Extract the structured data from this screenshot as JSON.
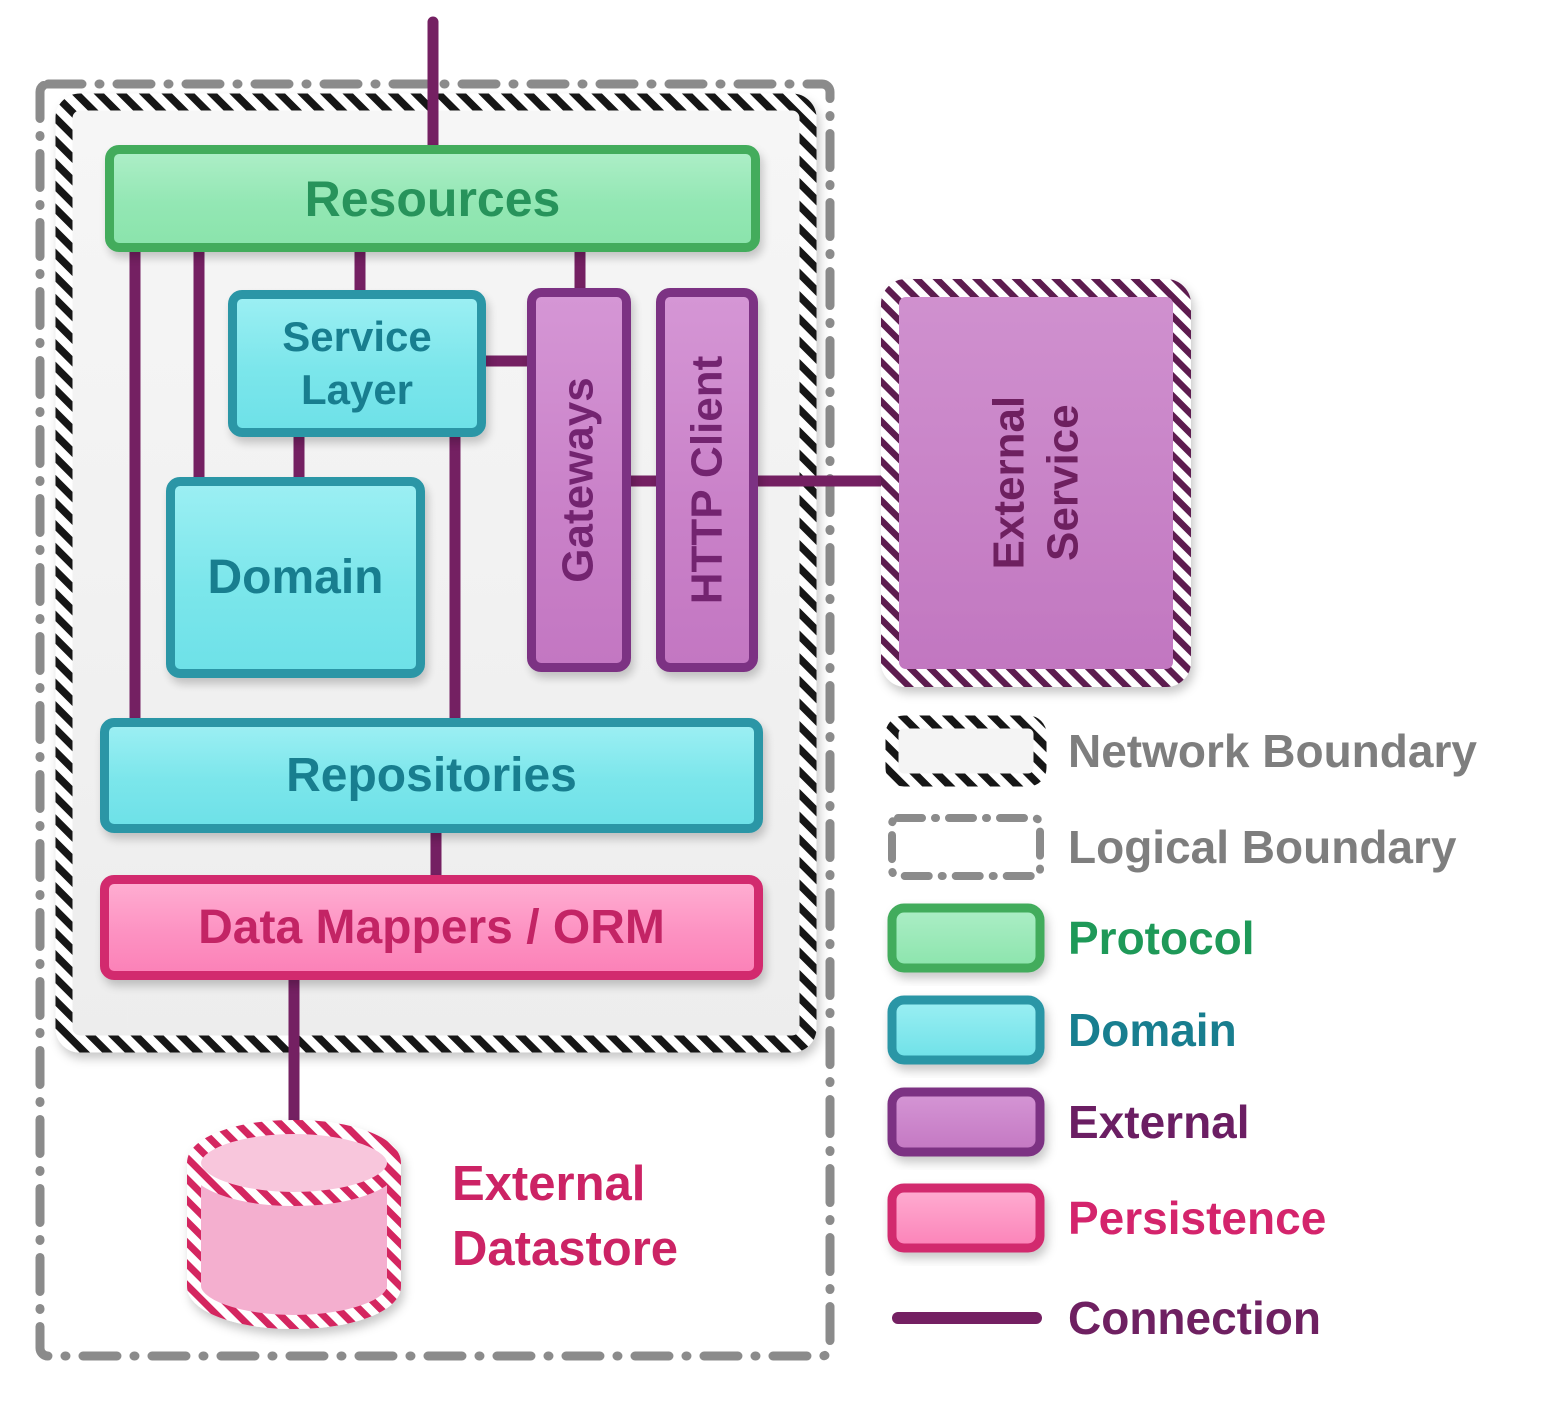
{
  "diagram": {
    "nodes": {
      "resources": {
        "label": "Resources",
        "category": "protocol"
      },
      "service_layer": {
        "label": "Service Layer",
        "category": "domain"
      },
      "domain": {
        "label": "Domain",
        "category": "domain"
      },
      "gateways": {
        "label": "Gateways",
        "category": "external"
      },
      "http_client": {
        "label": "HTTP Client",
        "category": "external"
      },
      "repositories": {
        "label": "Repositories",
        "category": "domain"
      },
      "data_mappers": {
        "label": "Data Mappers / ORM",
        "category": "persistence"
      },
      "external_service": {
        "label": "External Service",
        "category": "external"
      },
      "external_datastore": {
        "label": "External Datastore",
        "category": "persistence"
      }
    },
    "connections": [
      {
        "from": "outside-top",
        "to": "resources"
      },
      {
        "from": "resources",
        "to": "repositories"
      },
      {
        "from": "resources",
        "to": "domain"
      },
      {
        "from": "resources",
        "to": "service_layer"
      },
      {
        "from": "resources",
        "to": "gateways"
      },
      {
        "from": "service_layer",
        "to": "domain"
      },
      {
        "from": "service_layer",
        "to": "repositories"
      },
      {
        "from": "service_layer",
        "to": "gateways"
      },
      {
        "from": "gateways",
        "to": "http_client"
      },
      {
        "from": "http_client",
        "to": "external_service"
      },
      {
        "from": "repositories",
        "to": "data_mappers"
      },
      {
        "from": "data_mappers",
        "to": "external_datastore"
      }
    ]
  },
  "legend": {
    "items": [
      {
        "id": "network-boundary",
        "label": "Network Boundary",
        "swatch": "hatched-border-box"
      },
      {
        "id": "logical-boundary",
        "label": "Logical Boundary",
        "swatch": "dash-dot-border-box"
      },
      {
        "id": "protocol",
        "label": "Protocol",
        "swatch": "green-box"
      },
      {
        "id": "domain",
        "label": "Domain",
        "swatch": "cyan-box"
      },
      {
        "id": "external",
        "label": "External",
        "swatch": "purple-box"
      },
      {
        "id": "persistence",
        "label": "Persistence",
        "swatch": "pink-box"
      },
      {
        "id": "connection",
        "label": "Connection",
        "swatch": "purple-line"
      }
    ]
  },
  "colors": {
    "protocol_fill": "#93E7B4",
    "protocol_border": "#43AC5C",
    "protocol_text": "#27935B",
    "domain_fill": "#7BE6EB",
    "domain_border": "#2B96A6",
    "domain_text": "#187E8F",
    "external_fill": "#CA82C9",
    "external_border": "#7C3283",
    "external_text": "#732470",
    "persistence_fill": "#FD92C2",
    "persistence_border": "#D22A6E",
    "persistence_text": "#C32465",
    "connection_line": "#742062",
    "boundary_gray": "#8B8B8B",
    "legend_gray_text": "#7E7E7E",
    "network_boundary_hatch": "#161616",
    "external_service_hatch": "#5D1A50",
    "datastore_hatch": "#D42560",
    "datastore_fill": "#F4AFCF",
    "network_inner_bg": "#F2F2F2"
  }
}
